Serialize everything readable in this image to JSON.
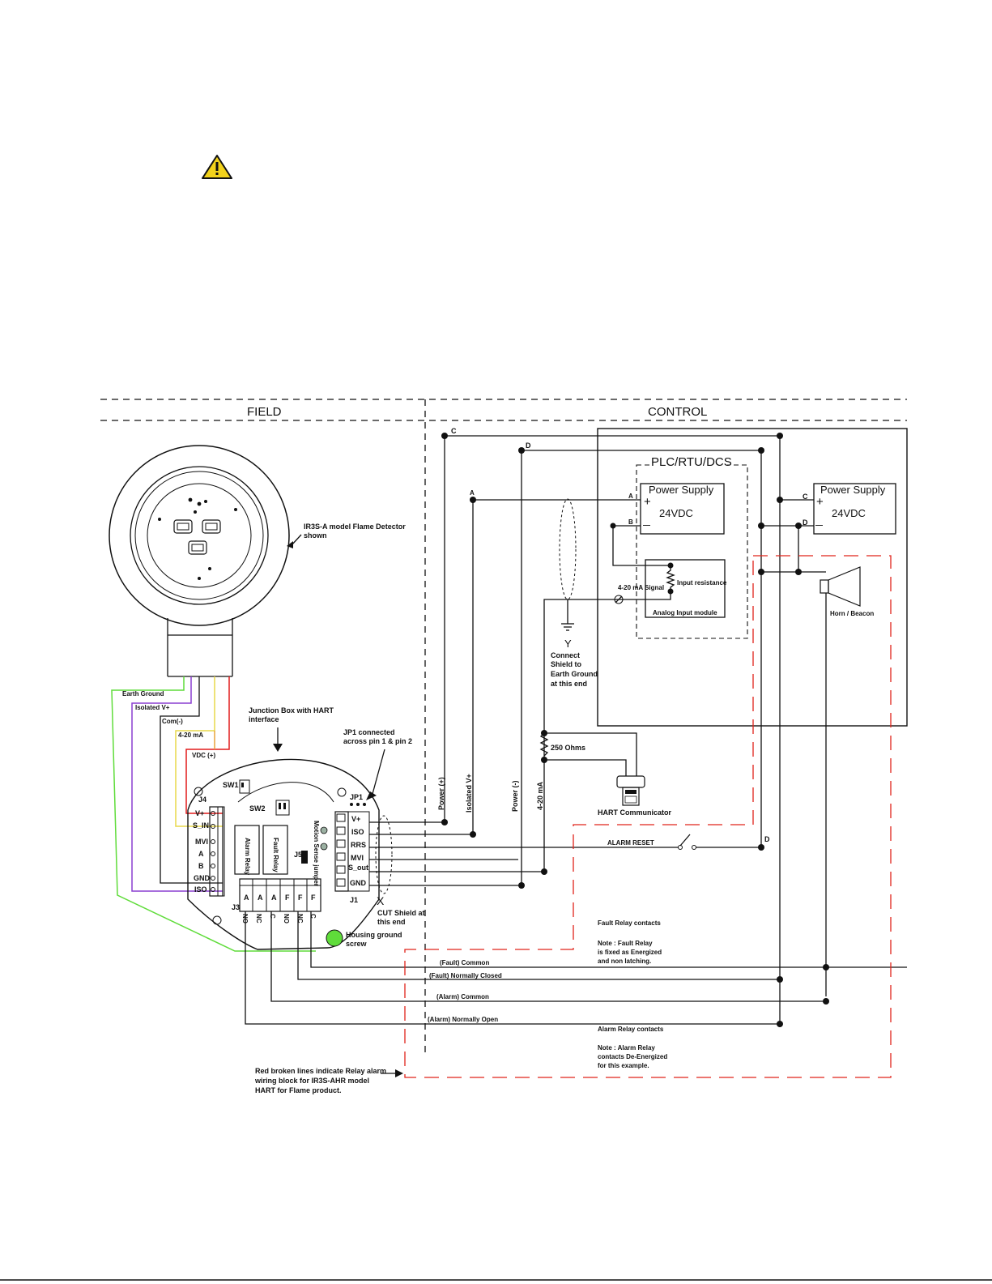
{
  "sections": {
    "field": "FIELD",
    "control": "CONTROL"
  },
  "warning_icon": "warning-triangle-icon",
  "plc": {
    "title": "PLC/RTU/DCS",
    "power_supply": "Power Supply",
    "voltage": "24VDC",
    "plus": "+",
    "minus": "—",
    "input_resistance": "Input resistance",
    "signal": "4-20 mA Signal",
    "analog_module": "Analog Input module"
  },
  "external_supply": {
    "label": "Power Supply",
    "voltage": "24VDC",
    "plus": "+",
    "minus": "—"
  },
  "detector_label": [
    "IR3S-A model Flame Detector",
    "shown"
  ],
  "cable_labels": {
    "earth_ground": "Earth Ground",
    "isolated_v": "Isolated V+",
    "com": "Com(-)",
    "ma": "4-20 mA",
    "vdc": "VDC (+)"
  },
  "junction_label": [
    "Junction Box with HART",
    "interface"
  ],
  "jp1_label": [
    "JP1 connected",
    "across pin 1 & pin 2"
  ],
  "j4_terminals": [
    "V+",
    "S_IN",
    "MVI",
    "A",
    "B",
    "GND",
    "ISO"
  ],
  "j1_terminals": [
    "V+",
    "ISO",
    "RRS",
    "MVI",
    "S_out",
    "GND"
  ],
  "j3_terminals": [
    "NO",
    "NC",
    "C",
    "NO",
    "NC",
    "C"
  ],
  "j3_top": [
    "A",
    "A",
    "A",
    "F",
    "F",
    "F"
  ],
  "board_labels": {
    "j4": "J4",
    "j1": "J1",
    "j3": "J3",
    "j5": "J5",
    "sw1": "SW1",
    "sw2": "SW2",
    "jp1": "JP1",
    "alarm_relay": "Alarm Relay",
    "fault_relay": "Fault Relay",
    "motion_sense": "Motion Sense jumper"
  },
  "cut_shield": {
    "mark": "X",
    "lines": [
      "CUT Shield at",
      "this end"
    ]
  },
  "housing_ground": [
    "Housing ground",
    "screw"
  ],
  "vertical_labels": [
    "Power (+)",
    "Isolated V+",
    "Power (-)",
    "4-20 mA"
  ],
  "node_letters": {
    "c": "C",
    "d": "D",
    "a": "A",
    "b": "B"
  },
  "earth_y": {
    "mark": "Y",
    "lines": [
      "Connect",
      "Shield to",
      "Earth Ground",
      "at this end"
    ]
  },
  "resistor": "250 Ohms",
  "hart_comm": "HART Communicator",
  "alarm_reset": "ALARM RESET",
  "horn": "Horn / Beacon",
  "relay_wires": [
    "(Fault) Common",
    "(Fault) Normally Closed",
    "(Alarm) Common",
    "(Alarm) Normally Open"
  ],
  "fault_relay_note": [
    "Fault Relay contacts",
    "",
    "Note : Fault Relay",
    "is fixed as Energized",
    "and non latching."
  ],
  "alarm_relay_note": [
    "Alarm Relay contacts",
    "",
    "Note : Alarm Relay",
    "contacts De-Energized",
    "for this example."
  ],
  "red_note": [
    "Red broken lines indicate Relay alarm",
    "wiring block for IR3S-AHR model",
    "HART for Flame product."
  ],
  "colors": {
    "red_dash": "#e0241b",
    "green": "#5fdc3a",
    "purple": "#8a3fd1",
    "yellow": "#e8d84a",
    "orange": "#e8a23a",
    "red_wire": "#e21b1b",
    "warning": "#f2d21b"
  }
}
